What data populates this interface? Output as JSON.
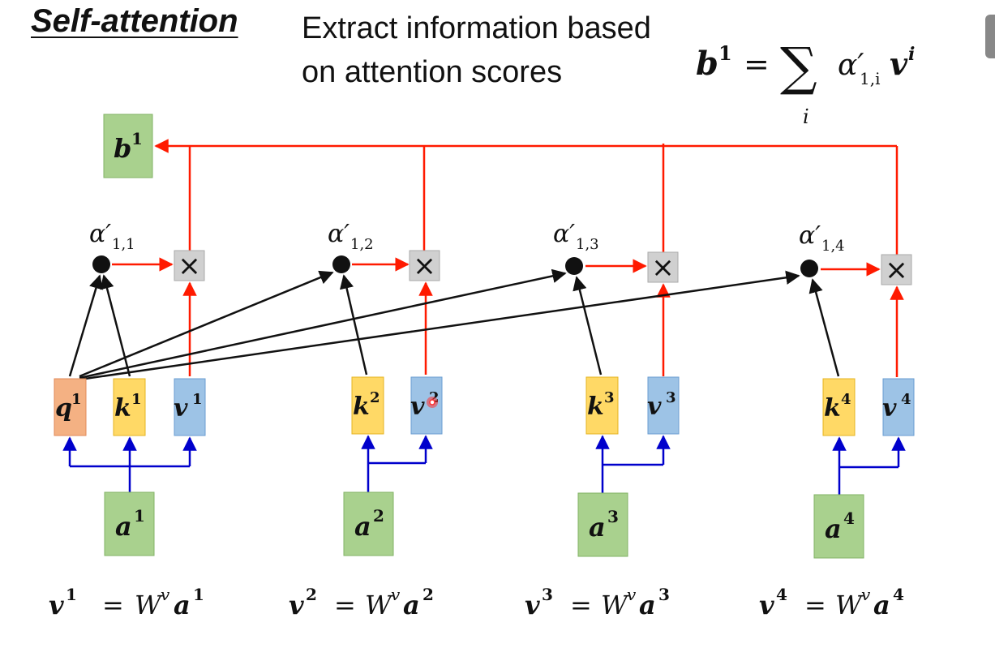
{
  "title": "Self-attention",
  "subtitle_line1": "Extract information based",
  "subtitle_line2": "on attention scores",
  "formula": {
    "lhs": "b",
    "lhs_sup": "1",
    "equals": "=",
    "sum": "∑",
    "sum_index": "i",
    "alpha": "α′",
    "alpha_sub": "1,i",
    "v": "v",
    "v_sup": "i"
  },
  "output": {
    "label": "b",
    "sup": "1"
  },
  "score_labels": [
    {
      "alpha": "α′",
      "sub": "1,1"
    },
    {
      "alpha": "α′",
      "sub": "1,2"
    },
    {
      "alpha": "α′",
      "sub": "1,3"
    },
    {
      "alpha": "α′",
      "sub": "1,4"
    }
  ],
  "multiply_symbol": "×",
  "query": {
    "label": "q",
    "sup": "1"
  },
  "keys": [
    {
      "label": "k",
      "sup": "1"
    },
    {
      "label": "k",
      "sup": "2"
    },
    {
      "label": "k",
      "sup": "3"
    },
    {
      "label": "k",
      "sup": "4"
    }
  ],
  "values": [
    {
      "label": "v",
      "sup": "1"
    },
    {
      "label": "v",
      "sup": "2"
    },
    {
      "label": "v",
      "sup": "3"
    },
    {
      "label": "v",
      "sup": "4"
    }
  ],
  "inputs": [
    {
      "label": "a",
      "sup": "1"
    },
    {
      "label": "a",
      "sup": "2"
    },
    {
      "label": "a",
      "sup": "3"
    },
    {
      "label": "a",
      "sup": "4"
    }
  ],
  "equations": [
    {
      "v": "v",
      "v_sup": "1",
      "eq": "=",
      "w": "W",
      "w_sup": "v",
      "a": "a",
      "a_sup": "1"
    },
    {
      "v": "v",
      "v_sup": "2",
      "eq": "=",
      "w": "W",
      "w_sup": "v",
      "a": "a",
      "a_sup": "2"
    },
    {
      "v": "v",
      "v_sup": "3",
      "eq": "=",
      "w": "W",
      "w_sup": "v",
      "a": "a",
      "a_sup": "3"
    },
    {
      "v": "v",
      "v_sup": "4",
      "eq": "=",
      "w": "W",
      "w_sup": "v",
      "a": "a",
      "a_sup": "4"
    }
  ],
  "colors": {
    "query_fill": "#f4b183",
    "key_fill": "#ffd966",
    "value_fill": "#9dc3e6",
    "input_fill": "#a9d18e",
    "mult_fill": "#d0d0d0",
    "red_arrow": "#ff1a00",
    "blue_arrow": "#0000cc",
    "black_arrow": "#111111",
    "cursor_dot": "#ff3333"
  }
}
